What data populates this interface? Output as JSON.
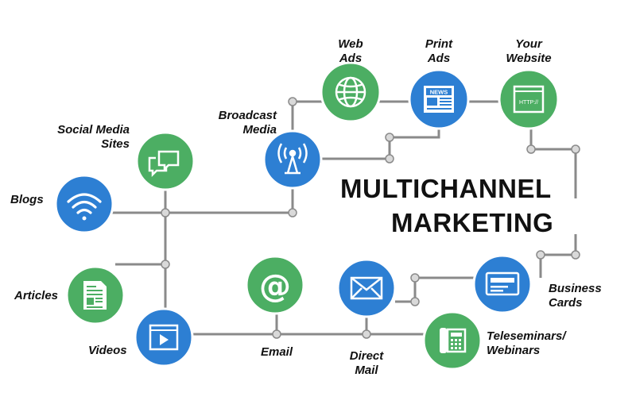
{
  "title": {
    "line1": "MULTICHANNEL",
    "line2": "MARKETING"
  },
  "colors": {
    "green": "#4cae63",
    "blue": "#2d7fd3",
    "connector": "#8a8a8a"
  },
  "nodes": {
    "web_ads": {
      "line1": "Web",
      "line2": "Ads",
      "color": "green",
      "icon": "globe-icon"
    },
    "print_ads": {
      "line1": "Print",
      "line2": "Ads",
      "color": "blue",
      "icon": "newspaper-icon",
      "icon_text": "NEWS"
    },
    "your_website": {
      "line1": "Your",
      "line2": "Website",
      "color": "green",
      "icon": "browser-icon",
      "icon_text": "HTTP://"
    },
    "broadcast_media": {
      "line1": "Broadcast",
      "line2": "Media",
      "color": "blue",
      "icon": "antenna-icon"
    },
    "social_media": {
      "line1": "Social Media",
      "line2": "Sites",
      "color": "green",
      "icon": "chat-bubbles-icon"
    },
    "blogs": {
      "line1": "Blogs",
      "color": "blue",
      "icon": "wifi-icon"
    },
    "articles": {
      "line1": "Articles",
      "color": "green",
      "icon": "document-icon"
    },
    "videos": {
      "line1": "Videos",
      "color": "blue",
      "icon": "video-player-icon"
    },
    "email": {
      "line1": "Email",
      "color": "green",
      "icon": "at-sign-icon"
    },
    "direct_mail": {
      "line1": "Direct",
      "line2": "Mail",
      "color": "blue",
      "icon": "envelope-icon"
    },
    "teleseminars": {
      "line1": "Teleseminars/",
      "line2": "Webinars",
      "color": "green",
      "icon": "phone-icon"
    },
    "business_cards": {
      "line1": "Business",
      "line2": "Cards",
      "color": "blue",
      "icon": "card-icon"
    }
  }
}
